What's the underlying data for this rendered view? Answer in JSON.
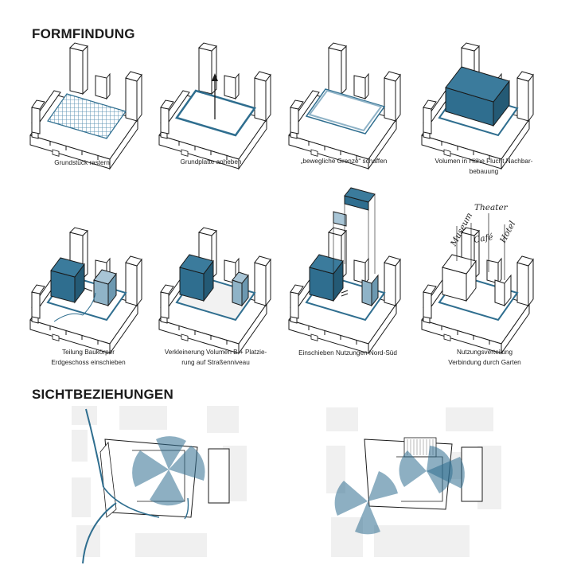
{
  "headings": {
    "formfindung": "FORMFINDUNG",
    "sichtbeziehungen": "SICHTBEZIEHUNGEN"
  },
  "steps": [
    {
      "lines": [
        "Grundstück rastern"
      ]
    },
    {
      "lines": [
        "Grundplatte anheben"
      ]
    },
    {
      "lines": [
        "„bewegliche Grenze“ schaffen"
      ]
    },
    {
      "lines": [
        "Volumen in Höhe Flucht Nachbar-",
        "bebauung"
      ]
    },
    {
      "lines": [
        "Teilung Baukörper",
        "Erdgeschoss einschieben"
      ]
    },
    {
      "lines": [
        "Verkleinerung Volumen B + Platzie-",
        "rung auf Straßenniveau"
      ]
    },
    {
      "lines": [
        "Einschieben Nutzungen Nord-Süd"
      ]
    },
    {
      "lines": [
        "Nutzungsverteilung",
        "Verbindung durch Garten"
      ]
    }
  ],
  "usage_labels": {
    "museum": "Museum",
    "theater": "Theater",
    "cafe": "Café",
    "hotel": "Hotel"
  },
  "colors": {
    "accent": "#2f6e8f",
    "accent_dark": "#245a75",
    "accent_light": "#8fb3c7",
    "grid": "#5c93b3",
    "line": "#1a1a1a",
    "context_gray": "#f0f0f0"
  }
}
